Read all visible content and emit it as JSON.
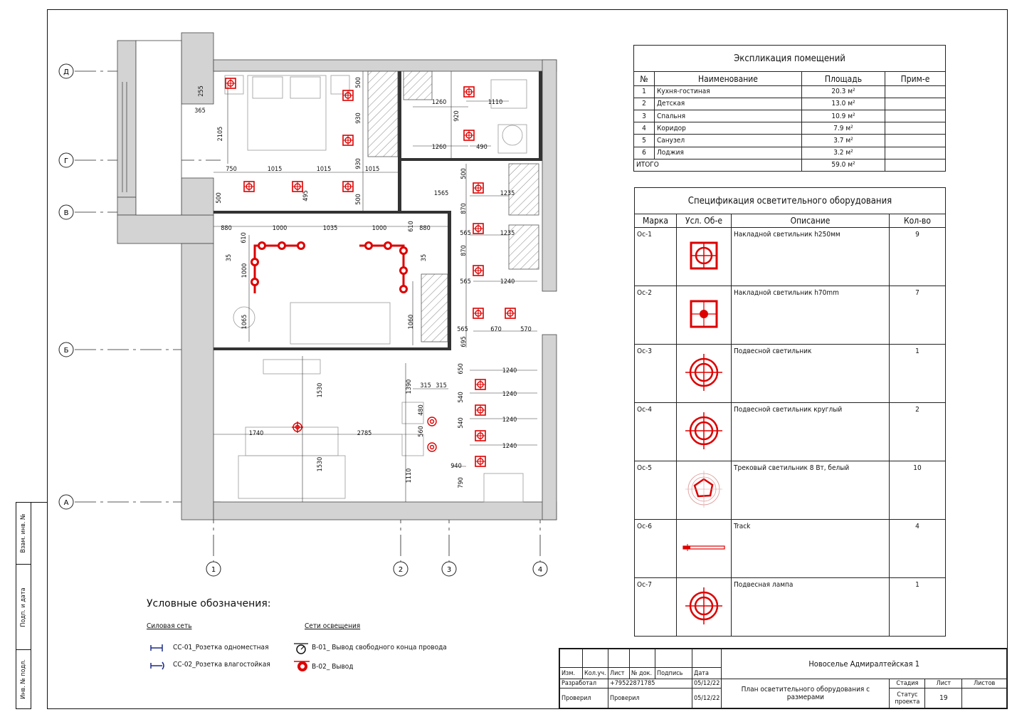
{
  "explication": {
    "title": "Экспликация помещений",
    "headers": [
      "№",
      "Наименование",
      "Площадь",
      "Прим-е"
    ],
    "rows": [
      [
        "1",
        "Кухня-гостиная",
        "20.3 м²",
        ""
      ],
      [
        "2",
        "Детская",
        "13.0 м²",
        ""
      ],
      [
        "3",
        "Спальня",
        "10.9 м²",
        ""
      ],
      [
        "4",
        "Коридор",
        "7.9 м²",
        ""
      ],
      [
        "5",
        "Санузел",
        "3.7 м²",
        ""
      ],
      [
        "6",
        "Лоджия",
        "3.2 м²",
        ""
      ]
    ],
    "total_label": "ИТОГО",
    "total_value": "59.0 м²"
  },
  "spec": {
    "title": "Спецификация осветительного оборудования",
    "headers": [
      "Марка",
      "Усл. Об-е",
      "Описание",
      "Кол-во"
    ],
    "rows": [
      {
        "mark": "Ос-1",
        "desc": "Накладной светильник h250мм",
        "qty": "9",
        "icon": "square-cross-lamp-icon"
      },
      {
        "mark": "Ос-2",
        "desc": "Накладной светильник h70mm",
        "qty": "7",
        "icon": "square-dot-lamp-icon"
      },
      {
        "mark": "Ос-3",
        "desc": "Подвесной светильник",
        "qty": "1",
        "icon": "pendant-lamp-icon"
      },
      {
        "mark": "Ос-4",
        "desc": "Подвесной светильник круглый",
        "qty": "2",
        "icon": "round-pendant-lamp-icon"
      },
      {
        "mark": "Ос-5",
        "desc": "Трековый светильник 8 Вт, белый",
        "qty": "10",
        "icon": "track-spot-icon"
      },
      {
        "mark": "Ос-6",
        "desc": "Track",
        "qty": "4",
        "icon": "track-rail-icon"
      },
      {
        "mark": "Ос-7",
        "desc": "Подвесная лампа",
        "qty": "1",
        "icon": "pendant-bulb-icon"
      }
    ]
  },
  "legend": {
    "title": "Условные обозначения:",
    "power_title": "Силовая сеть",
    "light_title": "Сети освещения",
    "power_items": [
      "СС-01_Розетка одноместная",
      "СС-02_Розетка влагостойкая"
    ],
    "light_items": [
      "В-01_ Вывод свободного конца провода",
      "В-02_ Вывод"
    ]
  },
  "axes": {
    "rows": [
      "Д",
      "Г",
      "В",
      "Б",
      "А"
    ],
    "cols": [
      "1",
      "2",
      "3",
      "4"
    ]
  },
  "dims": [
    "255",
    "365",
    "2105",
    "500",
    "930",
    "930",
    "500",
    "750",
    "1015",
    "1015",
    "1015",
    "500",
    "495",
    "1260",
    "920",
    "1110",
    "1260",
    "490",
    "500",
    "1565",
    "1235",
    "880",
    "1000",
    "1035",
    "1000",
    "610",
    "880",
    "610",
    "35",
    "1000",
    "35",
    "870",
    "565",
    "1235",
    "870",
    "565",
    "1240",
    "1065",
    "1060",
    "565",
    "670",
    "570",
    "695",
    "650",
    "1240",
    "1390",
    "315",
    "315",
    "1530",
    "1240",
    "480",
    "540",
    "1740",
    "2785",
    "560",
    "540",
    "1240",
    "1530",
    "940",
    "1240",
    "1110",
    "790"
  ],
  "sidebar": [
    "Взам. инв. №",
    "Подп. и дата",
    "Инв. № подл."
  ],
  "stamp": {
    "project": "Новоселье Адмиралтейская 1",
    "sheet_title": "План осветительного оборудования с размерами",
    "headers": [
      "Изм.",
      "Кол.уч.",
      "Лист",
      "№ док.",
      "Подпись",
      "Дата"
    ],
    "dev_label": "Разработал",
    "dev_phone": "+79522871785",
    "dev_date": "05/12/22",
    "chk_label": "Проверил",
    "chk_name": "Проверил",
    "chk_date": "05/12/22",
    "stage_label": "Стадия",
    "sheet_label": "Лист",
    "sheets_label": "Листов",
    "stage_value": "Статус проекта",
    "sheet_value": "19"
  }
}
